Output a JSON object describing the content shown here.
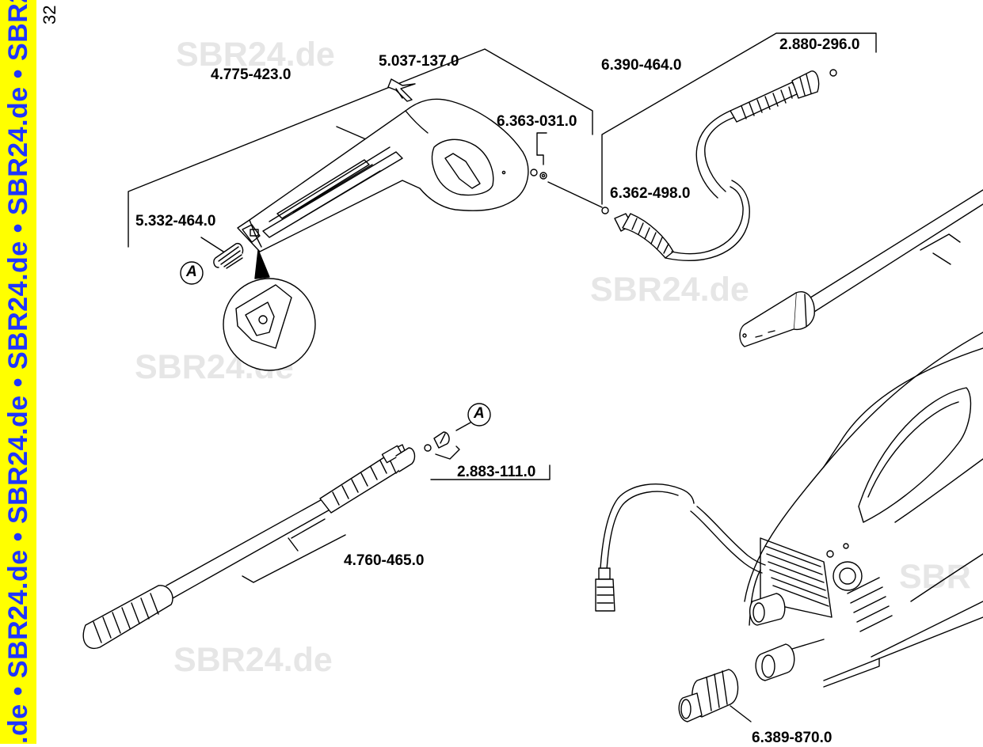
{
  "sidebar": {
    "text": ".de • SBR24.de • SBR24.de • SBR24.de • SBR24.de • SBR24.de • SE"
  },
  "page_number": "32",
  "watermarks": [
    "SBR24.de",
    "SBR24.de",
    "SBR24.de",
    "SBR24.de",
    "SBR"
  ],
  "callout_letter": "A",
  "part_numbers": {
    "trigger_gun": "4.775-423.0",
    "clip": "5.037-137.0",
    "spring": "5.332-464.0",
    "seal_gun": "6.363-031.0",
    "hose": "6.390-464.0",
    "o_ring_hose": "2.880-296.0",
    "o_ring_connector": "6.362-498.0",
    "nozzle_o_ring": "2.883-111.0",
    "spray_lance": "4.760-465.0",
    "water_inlet": "6.389-870.0"
  },
  "colors": {
    "sidebar_bg": "#ffff00",
    "sidebar_text": "#1f35ff",
    "watermark": "#e6e6e6",
    "line": "#000000"
  }
}
